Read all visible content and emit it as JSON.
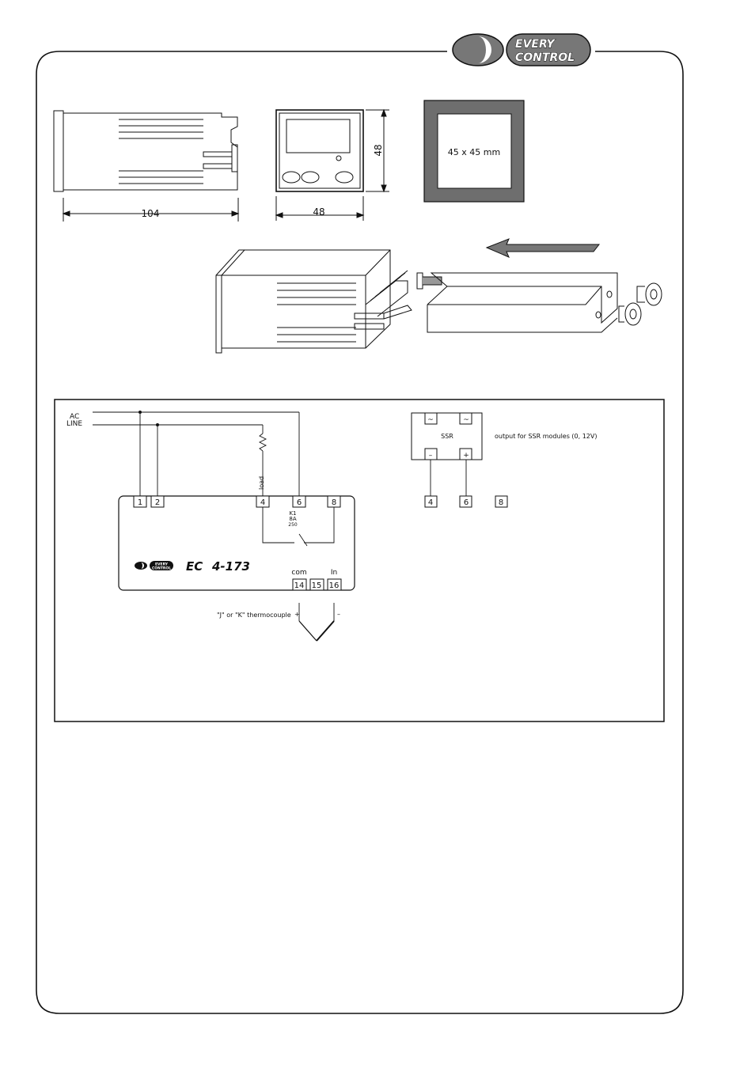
{
  "brand": {
    "line1": "EVERY",
    "line2": "CONTROL",
    "mini1": "EVERY",
    "mini2": "CONTROL"
  },
  "dimensions": {
    "depth": "104",
    "height": "48",
    "width": "48",
    "panel_cutout": "45 x 45 mm"
  },
  "wiring": {
    "ac_line_1": "AC",
    "ac_line_2": "LINE",
    "load_label": "load",
    "relay_1": "K1",
    "relay_2": "8A",
    "relay_3": "250",
    "model_prefix": "EC",
    "model_number": "4-173",
    "terminal_1": "1",
    "terminal_2": "2",
    "terminal_4": "4",
    "terminal_6": "6",
    "terminal_8": "8",
    "terminal_14": "14",
    "terminal_15": "15",
    "terminal_16": "16",
    "com_label": "com",
    "in_label": "In",
    "thermocouple": "\"J\" or \"K\" thermocouple",
    "tc_plus": "+",
    "tc_minus": "–"
  },
  "ssr": {
    "label": "SSR",
    "ac_left": "~",
    "ac_right": "~",
    "minus": "–",
    "plus": "+",
    "output_note": "output for SSR modules (0, 12V)",
    "terminal_4": "4",
    "terminal_6": "6",
    "terminal_8": "8"
  }
}
